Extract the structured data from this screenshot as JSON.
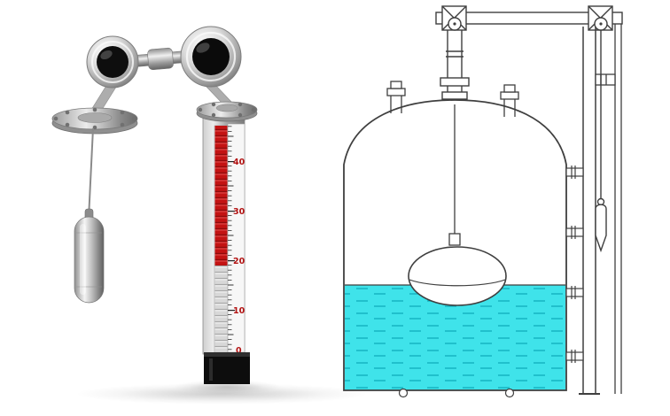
{
  "gauge": {
    "scale_labels": [
      "40",
      "30",
      "20",
      "10",
      "0"
    ]
  },
  "colors": {
    "liquid": "#3FE3EA",
    "liquid_dash": "#10AEBC",
    "indicator_red": "#C31313",
    "indicator_red_highlight": "#E25050",
    "indicator_red_shadow": "#8E0B0B",
    "scale_number_red": "#B31212",
    "line": "#3F3F3F",
    "base_black": "#0D0D0D"
  }
}
